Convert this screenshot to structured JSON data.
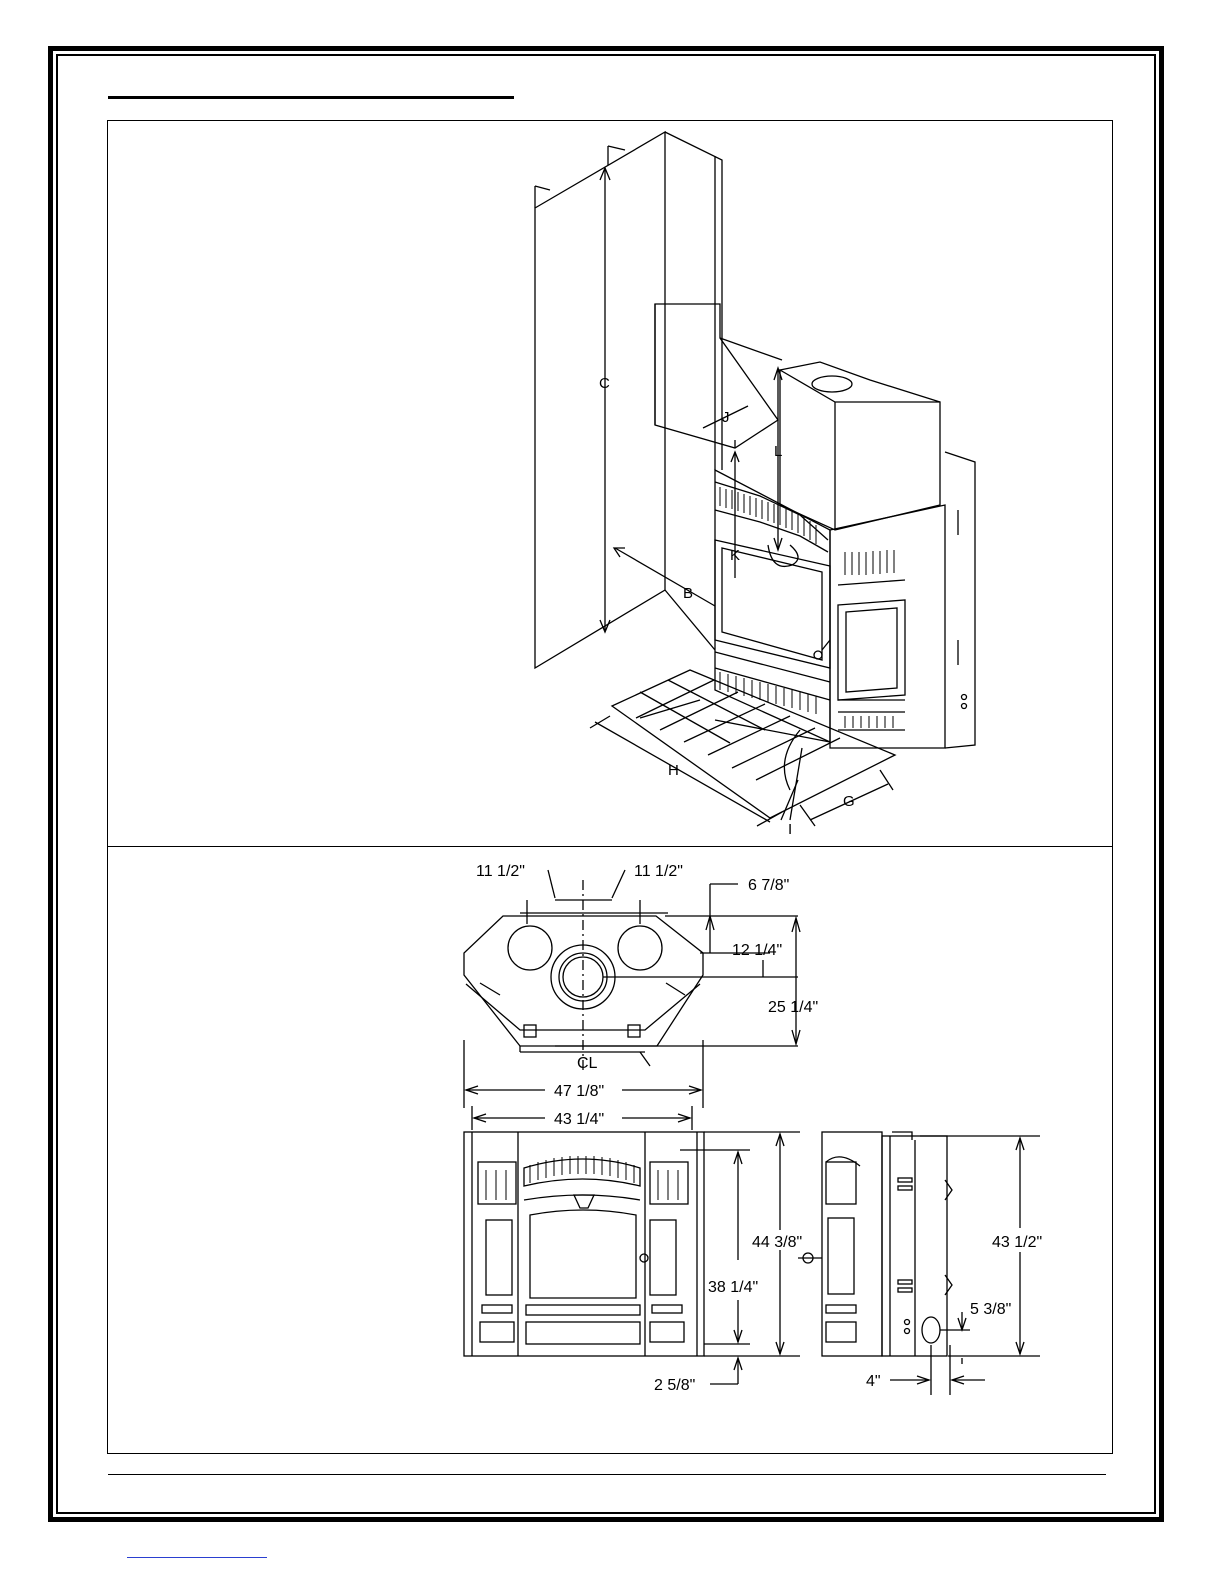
{
  "top_view": {
    "labels": {
      "c": "C",
      "j": "J",
      "l": "L",
      "k": "K",
      "b": "B",
      "h": "H",
      "g": "G",
      "i": "I"
    }
  },
  "plan_view": {
    "dim_left_offset": "11 1/2\"",
    "dim_right_offset": "11 1/2\"",
    "dim_depth_small": "6 7/8\"",
    "dim_center_depth": "12 1/4\"",
    "dim_total_depth": "25 1/4\"",
    "centerline": "CL",
    "dim_outer_width": "47 1/8\"",
    "dim_inner_width": "43 1/4\""
  },
  "front_view": {
    "dim_overall_height": "44 3/8\"",
    "dim_opening_height": "38 1/4\"",
    "dim_bottom_gap": "2 5/8\""
  },
  "side_view": {
    "dim_height": "43 1/2\"",
    "dim_outlet_height": "5 3/8\"",
    "dim_outlet_offset": "4\""
  }
}
